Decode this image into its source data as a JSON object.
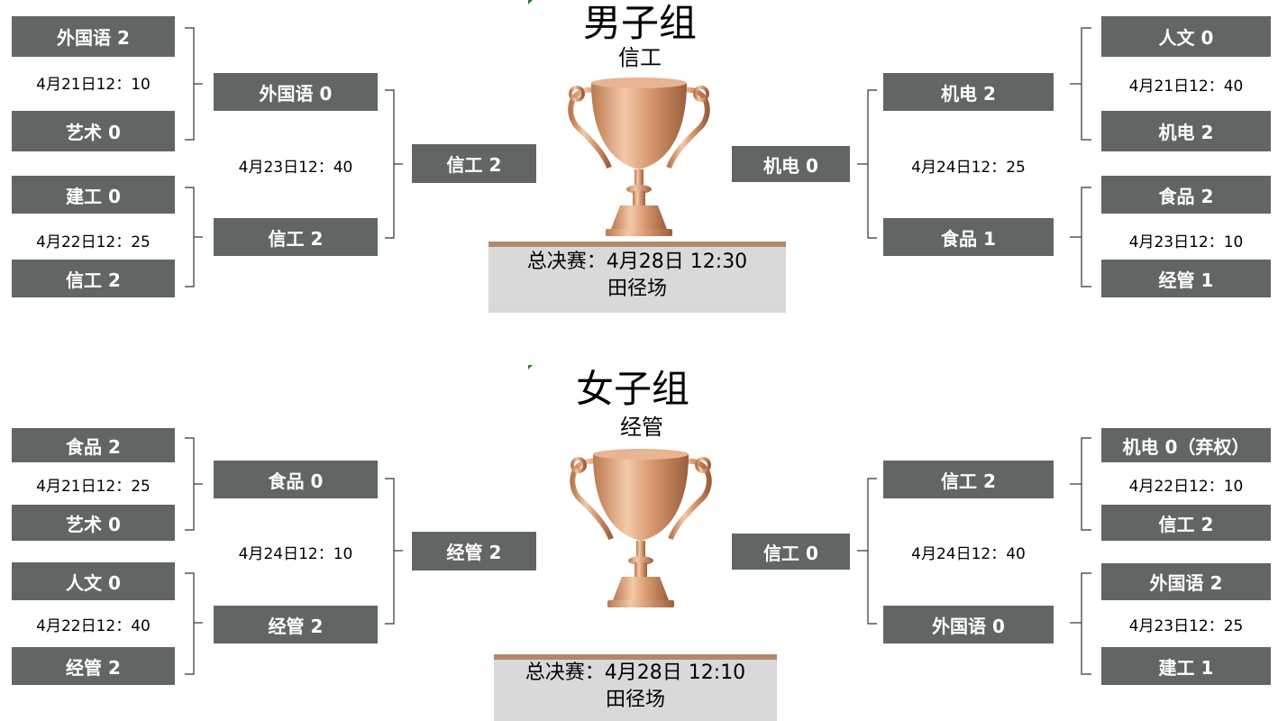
{
  "men": {
    "title": "男子组",
    "champion": "信工",
    "final_line1": "总决赛：4月28日 12:30",
    "final_line2": "田径场",
    "left": {
      "r1": [
        {
          "team_a": "外国语 2",
          "team_b": "艺术 0",
          "time": "4月21日12：10"
        },
        {
          "team_a": "建工 0",
          "team_b": "信工 2",
          "time": "4月22日12：25"
        }
      ],
      "r2": {
        "team_a": "外国语 0",
        "team_b": "信工 2",
        "time": "4月23日12：40"
      },
      "r3": "信工 2"
    },
    "right": {
      "r1": [
        {
          "team_a": "人文 0",
          "team_b": "机电 2",
          "time": "4月21日12：40"
        },
        {
          "team_a": "食品 2",
          "team_b": "经管 1",
          "time": "4月23日12：10"
        }
      ],
      "r2": {
        "team_a": "机电 2",
        "team_b": "食品 1",
        "time": "4月24日12：25"
      },
      "r3": "机电 0"
    }
  },
  "women": {
    "title": "女子组",
    "champion": "经管",
    "final_line1": "总决赛：4月28日 12:10",
    "final_line2": "田径场",
    "left": {
      "r1": [
        {
          "team_a": "食品 2",
          "team_b": "艺术 0",
          "time": "4月21日12：25"
        },
        {
          "team_a": "人文 0",
          "team_b": "经管 2",
          "time": "4月22日12：40"
        }
      ],
      "r2": {
        "team_a": "食品 0",
        "team_b": "经管 2",
        "time": "4月24日12：10"
      },
      "r3": "经管 2"
    },
    "right": {
      "r1": [
        {
          "team_a": "机电 0（弃权）",
          "team_b": "信工 2",
          "time": "4月22日12：10"
        },
        {
          "team_a": "外国语 2",
          "team_b": "建工 1",
          "time": "4月23日12：25"
        }
      ],
      "r2": {
        "team_a": "信工 2",
        "team_b": "外国语 0",
        "time": "4月24日12：40"
      },
      "r3": "信工 0"
    }
  },
  "colors": {
    "team_box": "#616663",
    "final_bar": "#d9d9d9",
    "final_accent": "#b4876a",
    "trophy": "#d9a27c"
  },
  "icons": [
    "trophy-icon"
  ]
}
